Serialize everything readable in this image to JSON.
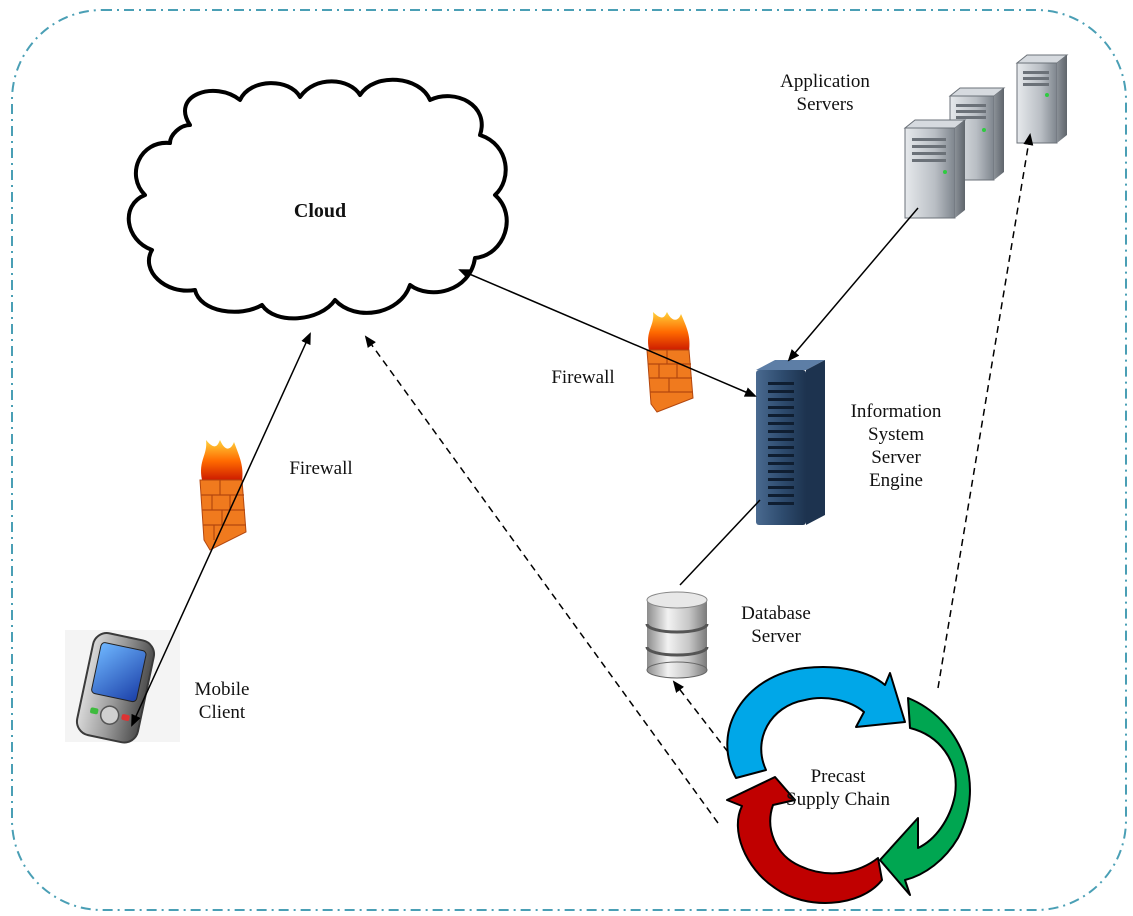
{
  "nodes": {
    "cloud": {
      "label": "Cloud",
      "icon": "cloud-icon"
    },
    "application_servers": {
      "label_line1": "Application",
      "label_line2": "Servers",
      "icon": "server-tower-icon"
    },
    "firewall_top": {
      "label": "Firewall",
      "icon": "firewall-icon"
    },
    "firewall_left": {
      "label": "Firewall",
      "icon": "firewall-icon"
    },
    "info_system": {
      "label_lines": [
        "Information",
        "System",
        "Server",
        "Engine"
      ],
      "icon": "rack-server-icon"
    },
    "database": {
      "label_line1": "Database",
      "label_line2": "Server",
      "icon": "database-icon"
    },
    "mobile": {
      "label_line1": "Mobile",
      "label_line2": "Client",
      "icon": "mobile-phone-icon"
    },
    "supply_chain": {
      "label_line1": "Precast",
      "label_line2": "Supply Chain",
      "icon": "cycle-arrows-icon"
    }
  },
  "colors": {
    "border": "#4a9fb5",
    "cycle_blue": "#00a7e8",
    "cycle_green": "#00a651",
    "cycle_red": "#c00000",
    "rack_blue": "#2f4d70",
    "firewall_orange": "#f07a1e"
  }
}
